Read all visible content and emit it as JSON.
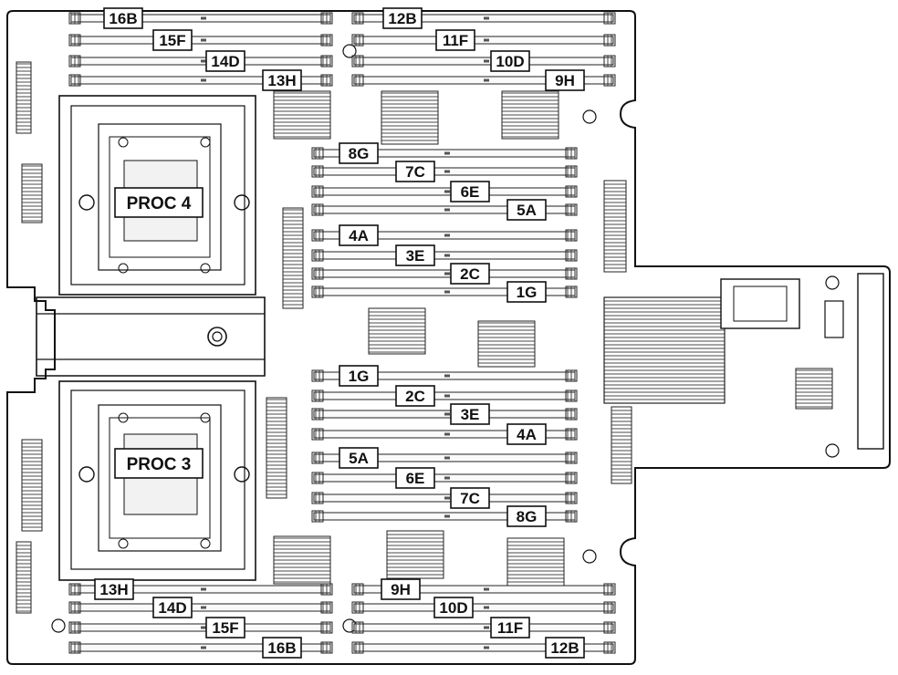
{
  "diagram": {
    "processors": [
      {
        "id": "proc4",
        "label": "PROC 4"
      },
      {
        "id": "proc3",
        "label": "PROC 3"
      }
    ],
    "dimm_labels": {
      "top_left": [
        "16B",
        "15F",
        "14D",
        "13H"
      ],
      "top_right": [
        "12B",
        "11F",
        "10D",
        "9H"
      ],
      "center_upper_a": [
        "8G",
        "7C",
        "6E",
        "5A"
      ],
      "center_upper_b": [
        "4A",
        "3E",
        "2C",
        "1G"
      ],
      "center_lower_a": [
        "1G",
        "2C",
        "3E",
        "4A"
      ],
      "center_lower_b": [
        "5A",
        "6E",
        "7C",
        "8G"
      ],
      "bottom_left": [
        "13H",
        "14D",
        "15F",
        "16B"
      ],
      "bottom_right": [
        "9H",
        "10D",
        "11F",
        "12B"
      ]
    }
  }
}
